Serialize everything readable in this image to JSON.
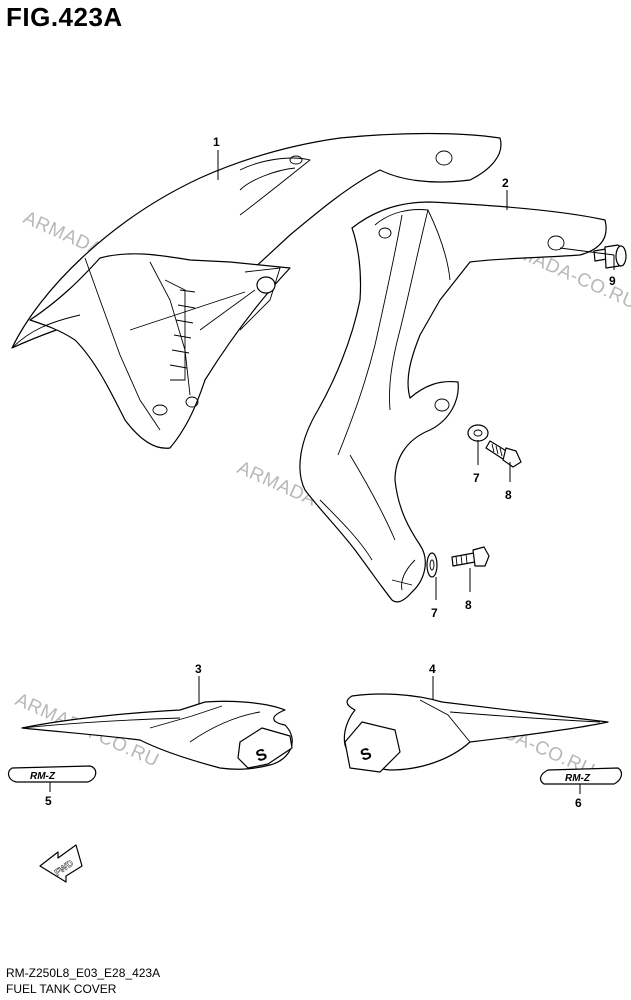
{
  "figure": {
    "title": "FIG.423A"
  },
  "watermark": "ARMADA-CO.RU",
  "parts": [
    {
      "ref": "1",
      "desc": "left shroud"
    },
    {
      "ref": "2",
      "desc": "right shroud"
    },
    {
      "ref": "3",
      "desc": "left fuel tank cover emblem"
    },
    {
      "ref": "4",
      "desc": "right fuel tank cover emblem"
    },
    {
      "ref": "5",
      "desc": "left RM-Z decal"
    },
    {
      "ref": "6",
      "desc": "right RM-Z decal"
    },
    {
      "ref": "7",
      "desc": "washer"
    },
    {
      "ref": "8",
      "desc": "bolt"
    },
    {
      "ref": "9",
      "desc": "bolt"
    }
  ],
  "fwd_label": "FWD",
  "decal_text": "RM-Z",
  "emblem_letter": "S",
  "footer": {
    "code": "RM-Z250L8_E03_E28_423A",
    "name": "FUEL TANK COVER"
  }
}
